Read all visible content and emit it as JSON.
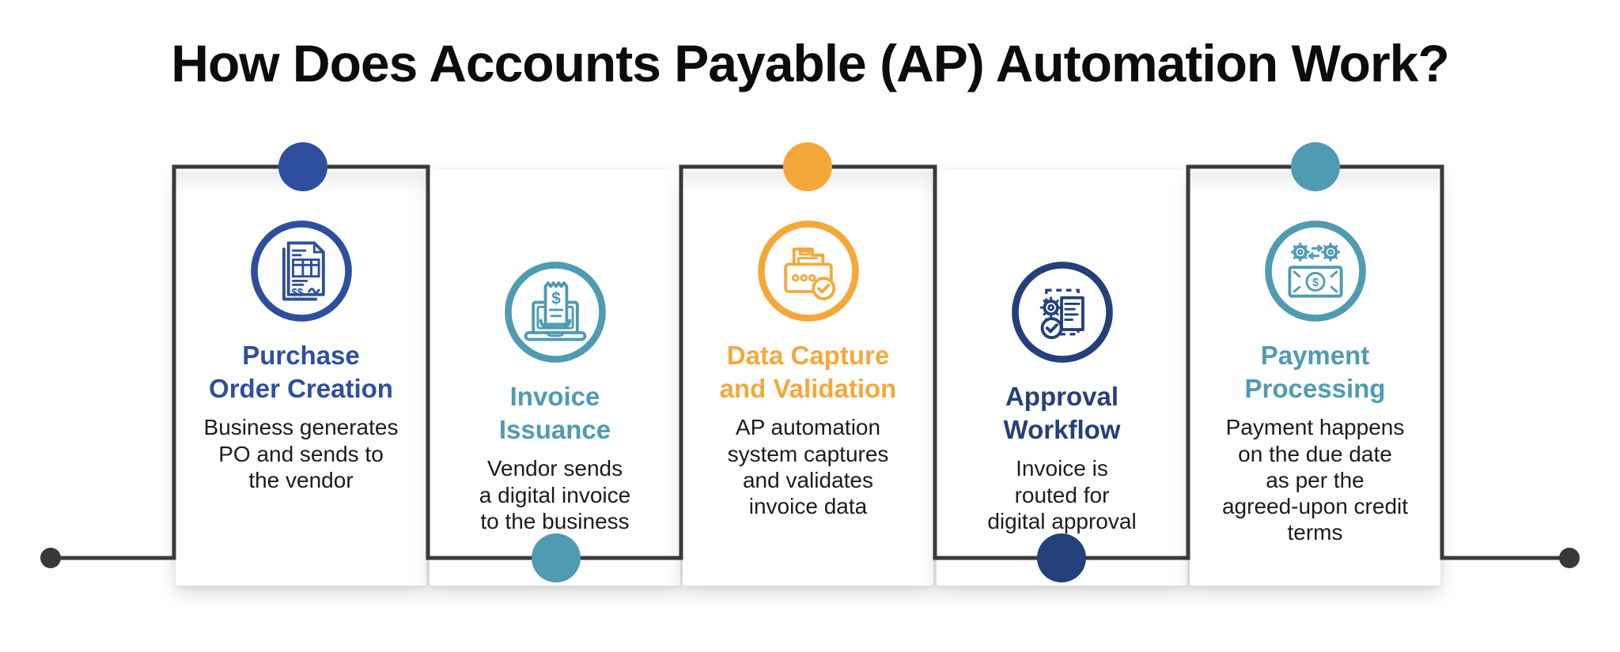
{
  "title": "How Does Accounts Payable (AP) Automation Work?",
  "flow": {
    "line_color": "#3a3a3a",
    "terminal_dot_color": "#383838"
  },
  "steps": [
    {
      "title_lines": [
        "Purchase",
        "Order Creation"
      ],
      "description_lines": [
        "Business generates",
        "PO and sends to",
        "the vendor"
      ],
      "color": "#2d4f9e",
      "icon": "purchase-order-document-icon",
      "connector_dot": "top"
    },
    {
      "title_lines": [
        "Invoice",
        "Issuance"
      ],
      "description_lines": [
        "Vendor sends",
        "a digital invoice",
        "to the business"
      ],
      "color": "#4f9bb2",
      "icon": "laptop-invoice-icon",
      "connector_dot": "bottom"
    },
    {
      "title_lines": [
        "Data Capture",
        "and Validation"
      ],
      "description_lines": [
        "AP automation",
        "system captures",
        "and validates",
        "invoice data"
      ],
      "color": "#f5a83a",
      "icon": "file-capture-check-icon",
      "connector_dot": "top"
    },
    {
      "title_lines": [
        "Approval",
        "Workflow"
      ],
      "description_lines": [
        "Invoice is",
        "routed for",
        "digital approval"
      ],
      "color": "#24407a",
      "icon": "gear-document-approval-icon",
      "connector_dot": "bottom"
    },
    {
      "title_lines": [
        "Payment",
        "Processing"
      ],
      "description_lines": [
        "Payment happens",
        "on the due date",
        "as per the",
        "agreed-upon credit",
        "terms"
      ],
      "color": "#4f9bb2",
      "icon": "gears-banknote-icon",
      "connector_dot": "top"
    }
  ]
}
